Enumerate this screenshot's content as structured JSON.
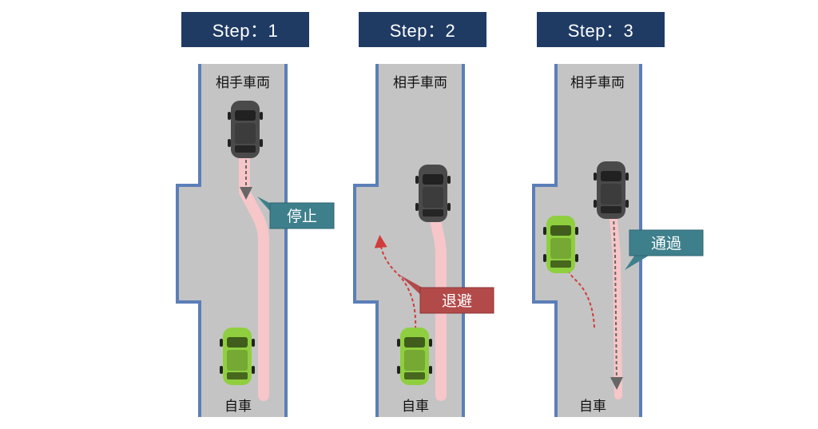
{
  "steps": [
    {
      "header": "Step：1",
      "opponent_label": "相手車両",
      "own_label": "自車",
      "callout": "停止",
      "colors": {
        "callout_bg": "#3e7f8c"
      }
    },
    {
      "header": "Step：2",
      "opponent_label": "相手車両",
      "own_label": "自車",
      "callout": "退避",
      "colors": {
        "callout_bg": "#b34a4a"
      }
    },
    {
      "header": "Step：3",
      "opponent_label": "相手車両",
      "own_label": "自車",
      "callout": "通過",
      "colors": {
        "callout_bg": "#3e7f8c"
      }
    }
  ],
  "colors": {
    "header_bg": "#1f3b64",
    "road": "#c4c4c4",
    "road_edge": "#5b7fb8",
    "path": "#f7c6c8",
    "trajectory": "#d23c3c",
    "own_car": "#8fcf3f",
    "opponent_car": "#4a4a4a"
  }
}
